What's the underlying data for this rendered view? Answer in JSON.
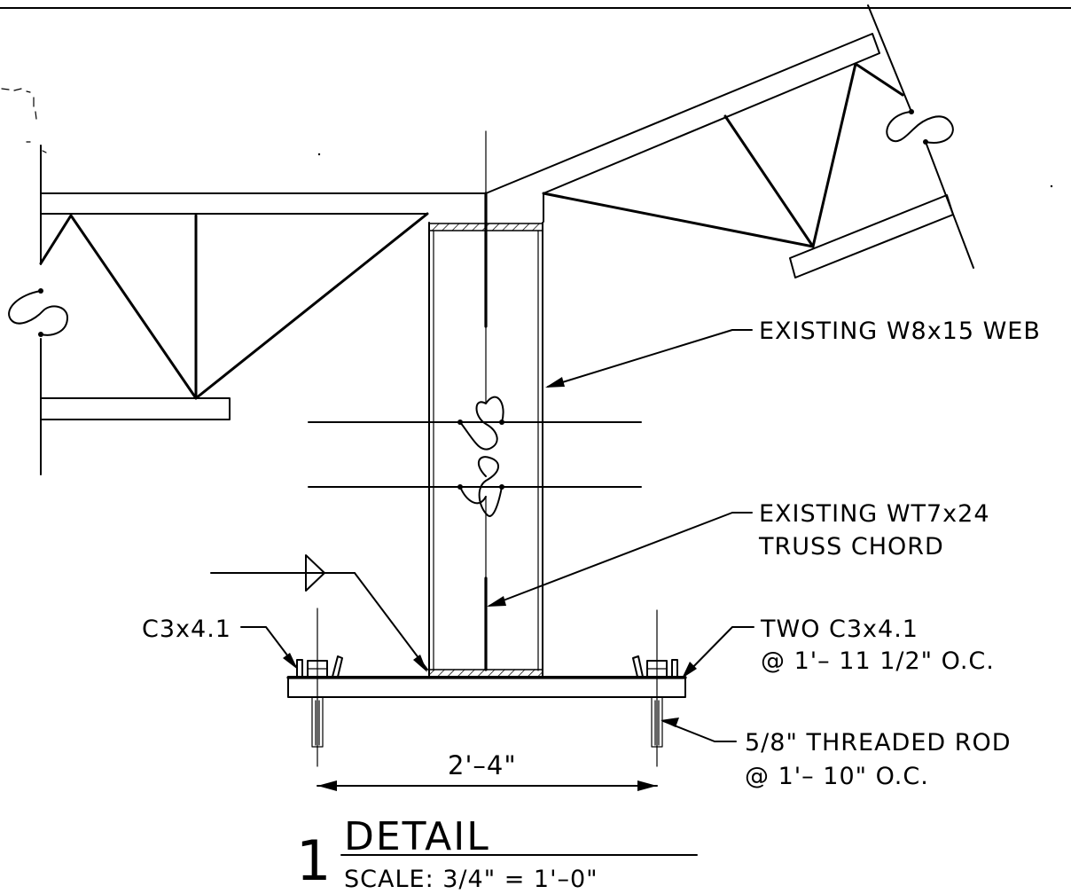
{
  "labels": {
    "web": "EXISTING W8x15 WEB",
    "chord_line1": "EXISTING WT7x24",
    "chord_line2": "TRUSS CHORD",
    "channel_left": "C3x4.1",
    "channels_right_line1": "TWO C3x4.1",
    "channels_right_line2": "@ 1'– 11 1/2\" O.C.",
    "rod_line1": "5/8\" THREADED ROD",
    "rod_line2": "@ 1'– 10\" O.C."
  },
  "dimension": {
    "text": "2'–4\""
  },
  "title_block": {
    "number": "1",
    "title": "DETAIL",
    "scale": "SCALE:  3/4\"  =  1'–0\""
  },
  "colors": {
    "ink": "#000000",
    "background": "#ffffff"
  }
}
